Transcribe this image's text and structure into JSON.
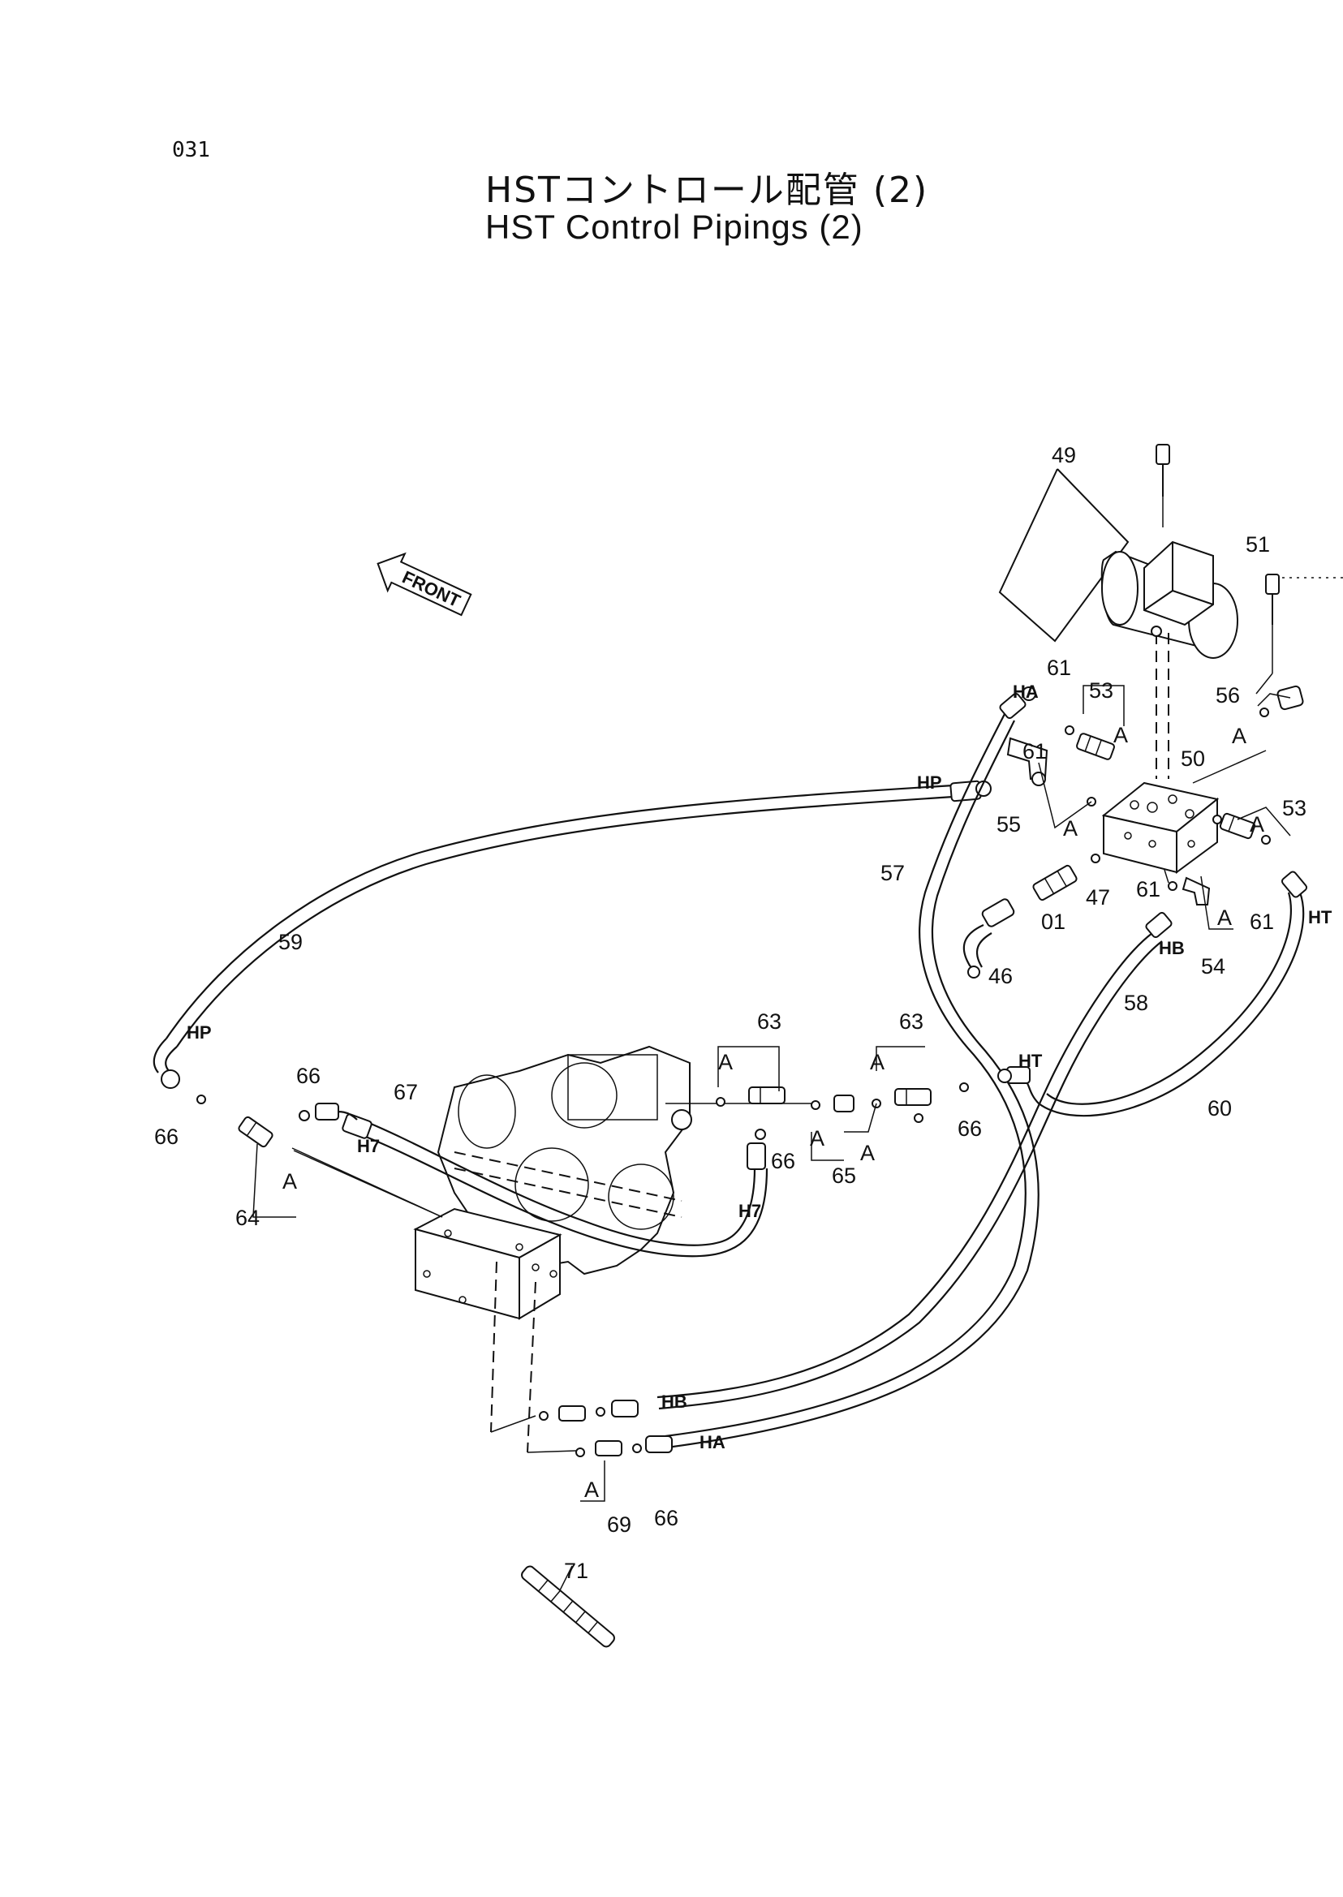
{
  "page_number": "031",
  "title_jp": "HSTコントロール配管 (2)",
  "title_en": "HST Control Pipings (2)",
  "front_label": "FRONT",
  "callouts": {
    "c49": "49",
    "c51": "51",
    "c61a": "61",
    "c53a": "53",
    "c56": "56",
    "c61b": "61",
    "c50": "50",
    "c55": "55",
    "c53b": "53",
    "c57": "57",
    "c47": "47",
    "c01": "01",
    "c61c": "61",
    "c61d": "61",
    "c46": "46",
    "c54": "54",
    "c58": "58",
    "c59": "59",
    "c63a": "63",
    "c63b": "63",
    "c66a": "66",
    "c67": "67",
    "c66b": "66",
    "c66c": "66",
    "c66d": "66",
    "c64": "64",
    "c65": "65",
    "c60": "60",
    "c69": "69",
    "c66e": "66",
    "c71": "71"
  },
  "hose_labels": {
    "ha_top": "HA",
    "hp_top": "HP",
    "ht_right": "HT",
    "hb_mid": "HB",
    "hp_left": "HP",
    "ht_mid": "HT",
    "h7_a": "H7",
    "h7_b": "H7",
    "hb_bottom": "HB",
    "ha_bottom": "HA"
  },
  "connection_marks": {
    "a1": "A",
    "a2": "A",
    "a3": "A",
    "a4": "A",
    "a5": "A",
    "a6": "A",
    "a7": "A",
    "a8": "A",
    "a9": "A",
    "a10": "A",
    "a11": "A"
  }
}
